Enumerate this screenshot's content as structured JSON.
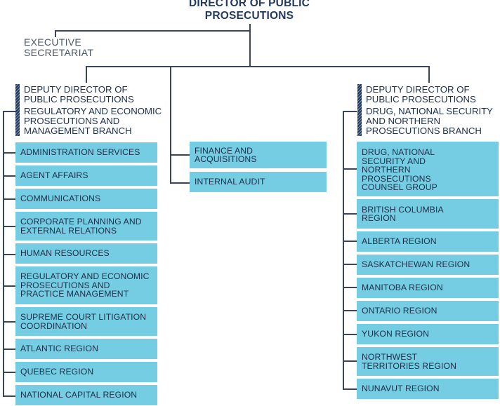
{
  "director": {
    "title": "DIRECTOR OF PUBLIC PROSECUTIONS"
  },
  "executive": {
    "title": "EXECUTIVE SECRETARIAT"
  },
  "left_branch": {
    "deputy": "DEPUTY DIRECTOR OF PUBLIC PROSECUTIONS",
    "branch": "REGULATORY AND ECONOMIC PROSECUTIONS AND MANAGEMENT BRANCH",
    "units": [
      "ADMINISTRATION SERVICES",
      "AGENT AFFAIRS",
      "COMMUNICATIONS",
      "CORPORATE PLANNING AND EXTERNAL RELATIONS",
      "HUMAN RESOURCES",
      "REGULATORY AND ECONOMIC PROSECUTIONS AND PRACTICE MANAGEMENT",
      "SUPREME COURT LITIGATION COORDINATION",
      "ATLANTIC REGION",
      "QUEBEC REGION",
      "NATIONAL CAPITAL REGION"
    ]
  },
  "center_units": [
    "FINANCE AND ACQUISITIONS",
    "INTERNAL AUDIT"
  ],
  "right_branch": {
    "deputy": "DEPUTY DIRECTOR OF PUBLIC PROSECUTIONS",
    "branch": "DRUG, NATIONAL SECURITY AND NORTHERN PROSECUTIONS BRANCH",
    "units": [
      "DRUG, NATIONAL SECURITY AND NORTHERN PROSECUTIONS COUNSEL GROUP",
      "BRITISH COLUMBIA REGION",
      "ALBERTA REGION",
      "SASKATCHEWAN REGION",
      "MANITOBA REGION",
      "ONTARIO REGION",
      "YUKON REGION",
      "NORTHWEST TERRITORIES REGION",
      "NUNAVUT REGION"
    ]
  },
  "colors": {
    "box": "#74cde2",
    "line": "#3a4558",
    "title": "#223a5e"
  }
}
